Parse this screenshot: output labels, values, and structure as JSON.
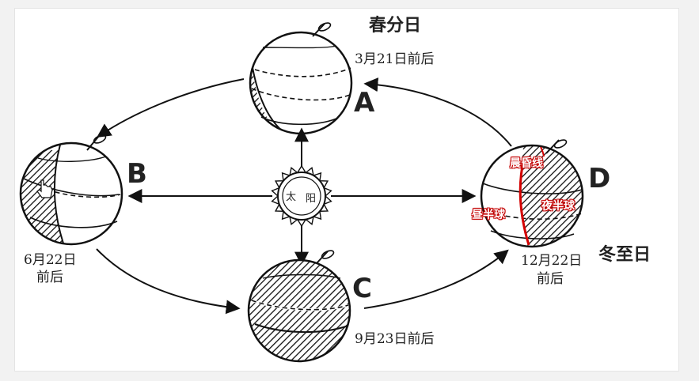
{
  "title_equinox": "春分日",
  "date_A": "3月21日前后",
  "letter_A": "A",
  "letter_B": "B",
  "date_B_line1": "6月22日",
  "date_B_line2": "前后",
  "letter_C": "C",
  "date_C": "9月23日前后",
  "letter_D": "D",
  "date_D_line1": "12月22日",
  "date_D_line2": "前后",
  "title_solstice": "冬至日",
  "sun_label_1": "太",
  "sun_label_2": "阳",
  "annotations": {
    "terminator": "晨昏线",
    "day_hemisphere": "昼半球",
    "night_hemisphere": "夜半球"
  },
  "colors": {
    "annotation_red": "#d40000",
    "ink": "#111111"
  }
}
